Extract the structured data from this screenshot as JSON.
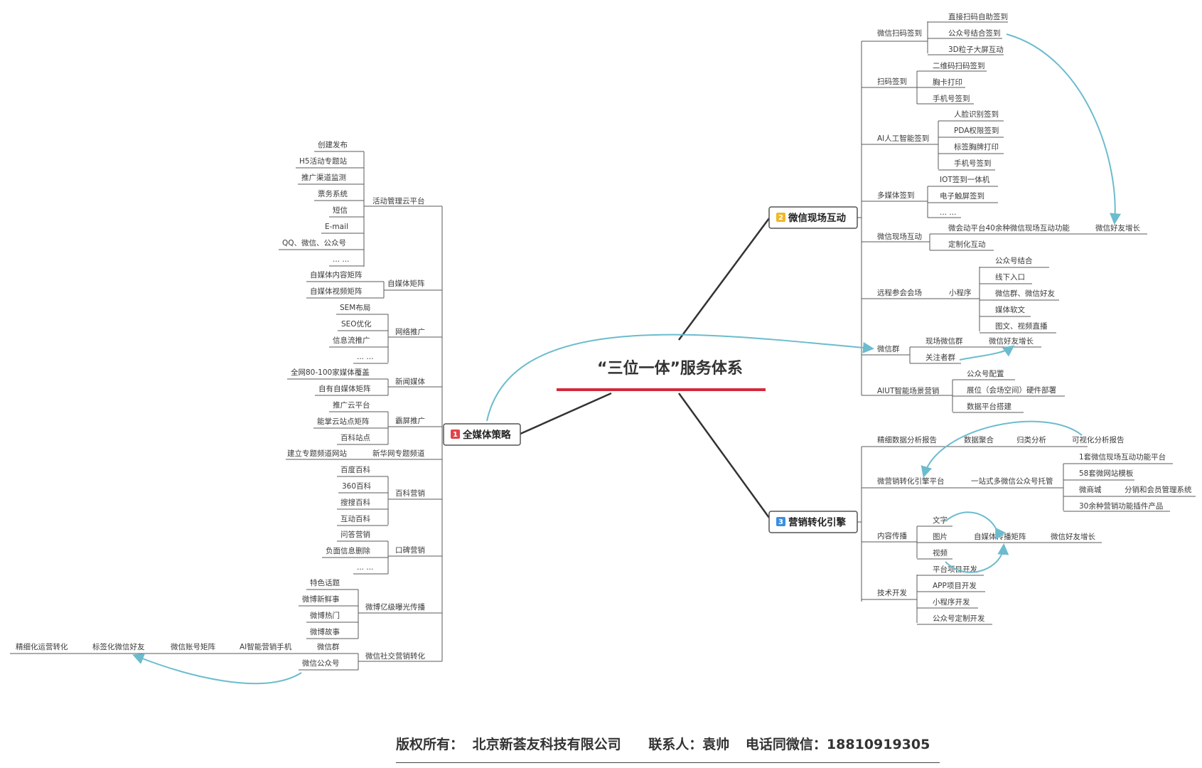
{
  "title": "“三位一体”服务体系",
  "colors": {
    "accent_red": "#d5283b",
    "arrow": "#6bbccd",
    "badge_red": "#e0434a",
    "badge_yellow": "#f2b72a",
    "badge_blue": "#3b8ee0"
  },
  "main_topics": [
    {
      "number": "1",
      "label": "全媒体策略"
    },
    {
      "number": "2",
      "label": "微信现场互动"
    },
    {
      "number": "3",
      "label": "营销转化引擎"
    }
  ],
  "left_groups": [
    {
      "label": "活动管理云平台",
      "items": [
        "创建发布",
        "H5活动专题站",
        "推广渠道监测",
        "票务系统",
        "短信",
        "E-mail",
        "QQ、微信、公众号",
        "... ..."
      ]
    },
    {
      "label": "自媒体矩阵",
      "items": [
        "自媒体内容矩阵",
        "自媒体视频矩阵"
      ]
    },
    {
      "label": "网络推广",
      "items": [
        "SEM布局",
        "SEO优化",
        "信息流推广",
        "... ..."
      ]
    },
    {
      "label": "新闻媒体",
      "items": [
        "全网80-100家媒体覆盖",
        "自有自媒体矩阵"
      ]
    },
    {
      "label": "霸屏推广",
      "items": [
        "推广云平台",
        "能掌云站点矩阵",
        "百科站点"
      ]
    },
    {
      "label": "新华网专题频道",
      "items": [
        "建立专题频道网站"
      ]
    },
    {
      "label": "百科营销",
      "items": [
        "百度百科",
        "360百科",
        "搜搜百科",
        "互动百科"
      ]
    },
    {
      "label": "口碑营销",
      "items": [
        "问答营销",
        "负面信息删除",
        "... ..."
      ]
    },
    {
      "label": "微博亿级曝光传播",
      "items": [
        "特色话题",
        "微博新鲜事",
        "微博热门",
        "微博故事"
      ]
    },
    {
      "label": "微信社交营销转化",
      "items": [
        "微信群",
        "微信公众号"
      ]
    }
  ],
  "left_chain": [
    "AI智能营销手机",
    "微信账号矩阵",
    "标签化微信好友",
    "精细化运营转化"
  ],
  "right_top_groups": [
    {
      "label": "微信扫码签到",
      "items": [
        "直接扫码自助签到",
        "公众号结合签到",
        "3D粒子大屏互动"
      ]
    },
    {
      "label": "扫码签到",
      "items": [
        "二维码扫码签到",
        "胸卡打印",
        "手机号签到"
      ]
    },
    {
      "label": "AI人工智能签到",
      "items": [
        "人脸识别签到",
        "PDA权限签到",
        "标签胸牌打印",
        "手机号签到"
      ]
    },
    {
      "label": "多媒体签到",
      "items": [
        "IOT签到一体机",
        "电子触屏签到",
        "... ..."
      ]
    },
    {
      "label": "微信现场互动",
      "items": [
        "微会动平台40余种微信现场互动功能",
        "定制化互动"
      ]
    },
    {
      "label": "远程参会会场",
      "sub": "小程序",
      "items": [
        "公众号结合",
        "线下入口",
        "微信群、微信好友",
        "媒体软文",
        "图文、视频直播"
      ]
    },
    {
      "label": "微信群",
      "items": [
        "现场微信群",
        "关注者群"
      ]
    },
    {
      "label": "AIUT智能场景营销",
      "items": [
        "公众号配置",
        "展位（会场空间）硬件部署",
        "数据平台搭建"
      ]
    }
  ],
  "right_top_extra": {
    "wechat_growth_1": "微信好友增长",
    "wechat_growth_2": "微信好友增长"
  },
  "right_bottom": {
    "report": {
      "label": "精细数据分析报告",
      "chain": [
        "数据聚合",
        "归类分析",
        "可视化分析报告"
      ]
    },
    "wechat_platform": {
      "label": "微营销转化引擎平台",
      "sub": "一站式多微信公众号托管",
      "items": [
        "1套微信现场互动功能平台",
        "58套微网站模板",
        "微商城",
        "30余种营销功能插件产品"
      ],
      "extra": "分销和会员管理系统"
    },
    "content": {
      "label": "内容传播",
      "items": [
        "文字",
        "图片",
        "视频"
      ],
      "matrix": "自媒体传播矩阵",
      "growth": "微信好友增长"
    },
    "tech": {
      "label": "技术开发",
      "items": [
        "平台项目开发",
        "APP项目开发",
        "小程序开发",
        "公众号定制开发"
      ]
    }
  },
  "footer": {
    "copyright": "版权所有：",
    "company": "北京新荟友科技有限公司",
    "contact": "联系人：袁帅",
    "phone": "电话同微信：18810919305"
  }
}
